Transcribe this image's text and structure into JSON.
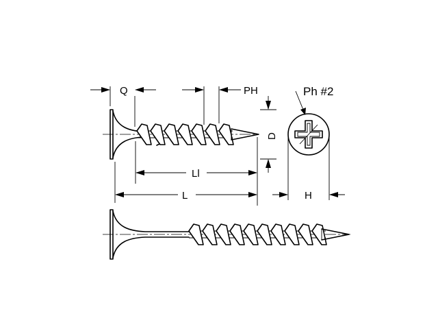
{
  "diagram": {
    "labels": {
      "q": "Q",
      "ph": "PH",
      "d": "D",
      "li": "Ll",
      "l": "L",
      "h": "H",
      "drive": "Ph #2"
    }
  }
}
